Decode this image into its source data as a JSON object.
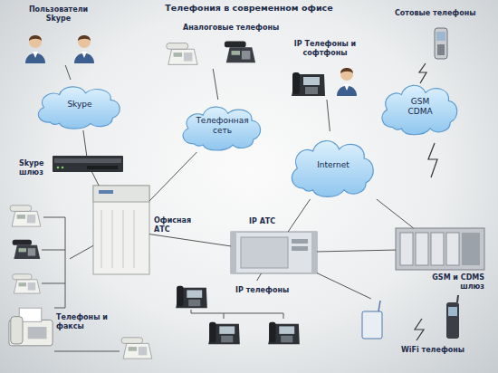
{
  "diagram": {
    "title": "Телефония в современном офисе",
    "nodes": [
      {
        "text": [
          "Пользователи Skype"
        ]
      },
      {
        "text": [
          "Skype"
        ]
      },
      {
        "text": [
          "Skype шлюз"
        ]
      },
      {
        "text": [
          "Аналоговые телефоны"
        ]
      },
      {
        "text": [
          "Телефонная сеть"
        ]
      },
      {
        "text": [
          "IP Телефоны и софтфоны"
        ]
      },
      {
        "text": [
          "Internet"
        ]
      },
      {
        "text": [
          "Сотовые телефоны"
        ]
      },
      {
        "text": [
          "GSM CDMA"
        ]
      },
      {
        "text": [
          "Офисная АТС"
        ]
      },
      {
        "text": [
          "IP АТС"
        ]
      },
      {
        "text": [
          "GSM и CDMS шлюз"
        ]
      },
      {
        "text": [
          "Телефоны и факсы"
        ]
      },
      {
        "text": [
          "IP телефоны"
        ]
      },
      {
        "text": [
          "WiFi телефоны"
        ]
      }
    ],
    "edges": [
      {
        "from": 0,
        "to": 1,
        "arrow": "none"
      },
      {
        "from": 1,
        "to": 2,
        "arrow": "none"
      },
      {
        "from": 2,
        "to": 9,
        "arrow": "none"
      },
      {
        "from": 3,
        "to": 4,
        "arrow": "none"
      },
      {
        "from": 4,
        "to": 9,
        "arrow": "none"
      },
      {
        "from": 5,
        "to": 6,
        "arrow": "none"
      },
      {
        "from": 6,
        "to": 10,
        "arrow": "none"
      },
      {
        "from": 6,
        "to": 11,
        "arrow": "none"
      },
      {
        "from": 9,
        "to": 10,
        "arrow": "none"
      },
      {
        "from": 10,
        "to": 11,
        "arrow": "none"
      },
      {
        "from": 12,
        "to": 9,
        "arrow": "none"
      },
      {
        "from": 13,
        "to": 10,
        "arrow": "none"
      },
      {
        "from": 14,
        "to": 10,
        "arrow": "none"
      }
    ]
  }
}
